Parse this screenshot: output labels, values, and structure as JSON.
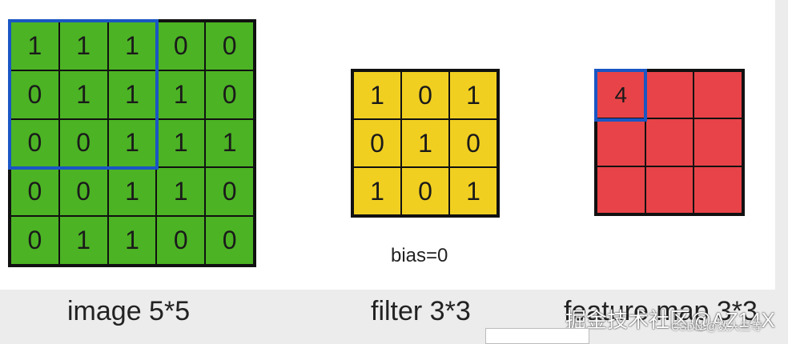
{
  "image": {
    "caption": "image 5*5",
    "values": [
      [
        "1",
        "1",
        "1",
        "0",
        "0"
      ],
      [
        "0",
        "1",
        "1",
        "1",
        "0"
      ],
      [
        "0",
        "0",
        "1",
        "1",
        "1"
      ],
      [
        "0",
        "0",
        "1",
        "1",
        "0"
      ],
      [
        "0",
        "1",
        "1",
        "0",
        "0"
      ]
    ]
  },
  "filter": {
    "caption": "filter 3*3",
    "bias": "bias=0",
    "values": [
      [
        "1",
        "0",
        "1"
      ],
      [
        "0",
        "1",
        "0"
      ],
      [
        "1",
        "0",
        "1"
      ]
    ]
  },
  "feature_map": {
    "caption": "feature map 3*3",
    "values": [
      [
        "4",
        "",
        ""
      ],
      [
        "",
        "",
        ""
      ],
      [
        "",
        "",
        ""
      ]
    ]
  },
  "watermark": {
    "text": "掘金技术社区@AZ14X",
    "subtext": "CSDN @数人三等"
  },
  "colors": {
    "image": "#4cb324",
    "filter": "#f1cf21",
    "feature_map": "#e84348",
    "highlight": "#1a56c4"
  }
}
